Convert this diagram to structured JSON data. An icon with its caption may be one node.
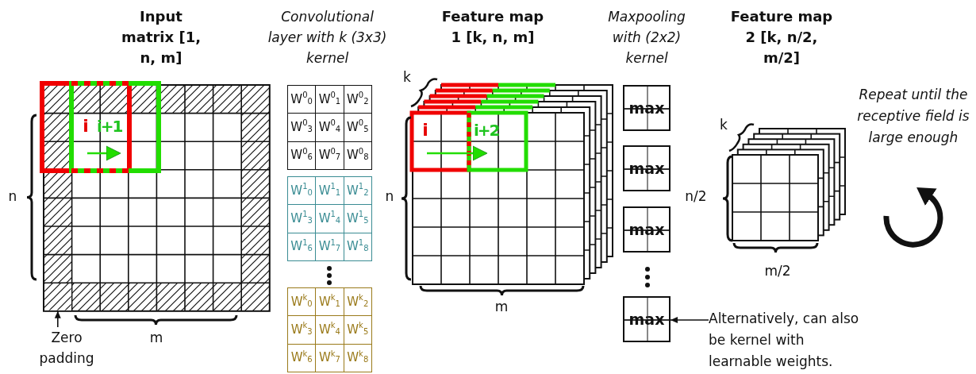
{
  "diagram": {
    "nodes": [
      {
        "text": [
          "max"
        ]
      },
      {
        "text": [
          "max"
        ]
      },
      {
        "text": [
          "max"
        ]
      },
      {
        "text": [
          "max"
        ]
      },
      {
        "text": [],
        "shape": "box"
      },
      {
        "text": [
          "Zero padding"
        ]
      },
      {
        "text": [
          "Alternatively, can also be kernel with learnable weights."
        ]
      }
    ],
    "edges": [
      {
        "from": 5,
        "to": 4,
        "arrow": "to"
      },
      {
        "from": 6,
        "to": 3,
        "arrow": "to"
      }
    ],
    "labels": [
      "Input matrix [1, n, m]",
      "Convolutional layer with k (3x3) kernel",
      "Feature map 1 [k, n, m]",
      "Maxpooling with (2x2) kernel",
      "Feature map 2 [k, n/2, m/2]",
      "W$^{0}$$_{0}$",
      "W$^{0}$$_{1}$",
      "W$^{0}$$_{2}$",
      "W$^{0}$$_{3}$",
      "W$^{0}$$_{4}$",
      "W$^{0}$$_{5}$",
      "W$^{0}$$_{6}$",
      "W$^{0}$$_{7}$",
      "W$^{0}$$_{8}$",
      "W$^{1}$$_{0}$",
      "W$^{1}$$_{1}$",
      "W$^{1}$$_{2}$",
      "W$^{1}$$_{3}$",
      "W$^{1}$$_{4}$",
      "W$^{1}$$_{5}$",
      "W$^{1}$$_{6}$",
      "W$^{1}$$_{7}$",
      "W$^{1}$$_{8}$",
      "W$^{k}$$_{0}$",
      "W$^{k}$$_{1}$",
      "W$^{k}$$_{2}$",
      "W$^{k}$$_{3}$",
      "W$^{k}$$_{4}$",
      "W$^{k}$$_{5}$",
      "W$^{k}$$_{6}$",
      "W$^{k}$$_{7}$",
      "W$^{k}$$_{8}$",
      "i",
      "i+1",
      "k",
      "i",
      "i+2",
      "k",
      "Repeat until the receptive field is large enough",
      "n",
      "n",
      "n/2",
      "m/2",
      "m",
      "m"
    ]
  }
}
